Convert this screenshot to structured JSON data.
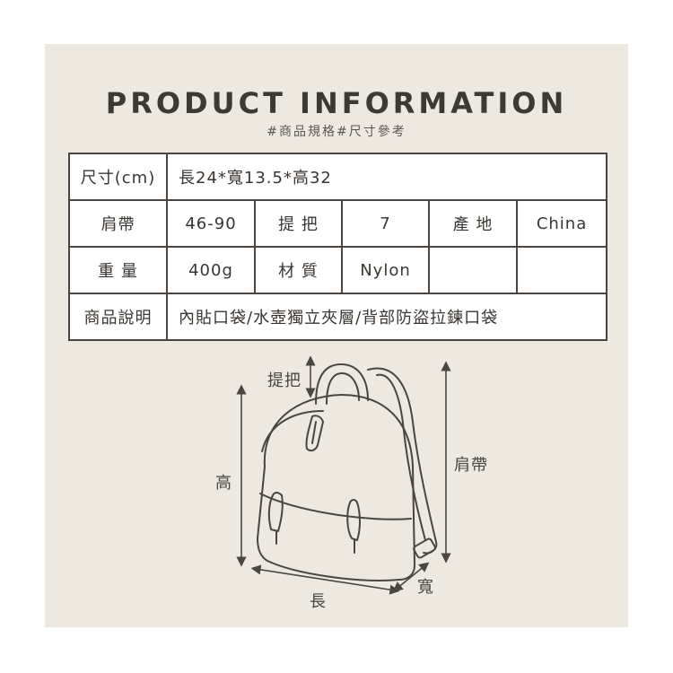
{
  "header": {
    "title": "PRODUCT INFORMATION",
    "subtitle": "#商品規格#尺寸參考"
  },
  "spec_table": {
    "size_label": "尺寸(cm)",
    "size_value": "長24*寬13.5*高32",
    "strap_label": "肩帶",
    "strap_value": "46-90",
    "handle_label": "提 把",
    "handle_value": "7",
    "origin_label": "產 地",
    "origin_value": "China",
    "weight_label": "重 量",
    "weight_value": "400g",
    "material_label": "材 質",
    "material_value": "Nylon",
    "desc_label": "商品說明",
    "desc_value": "內貼口袋/水壺獨立夾層/背部防盜拉鍊口袋"
  },
  "diagram": {
    "handle_label": "提把",
    "height_label": "高",
    "strap_label": "肩帶",
    "length_label": "長",
    "width_label": "寬"
  },
  "colors": {
    "panel_bg": "#ede9e1",
    "line": "#4a4541",
    "table_bg": "#ffffff"
  }
}
